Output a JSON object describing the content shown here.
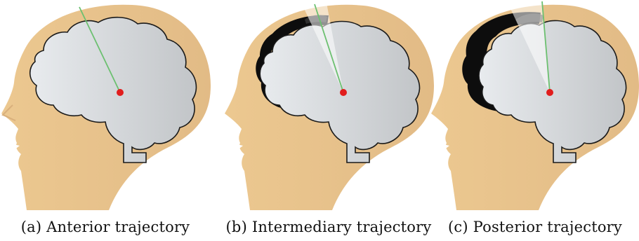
{
  "figure": {
    "panels": [
      {
        "id": "a",
        "caption": "(a) Anterior trajectory",
        "hematoma": "none"
      },
      {
        "id": "b",
        "caption": "(b) Intermediary trajectory",
        "hematoma": "moderate"
      },
      {
        "id": "c",
        "caption": "(c) Posterior trajectory",
        "hematoma": "large"
      }
    ]
  },
  "colors": {
    "skin": "#e9c38c",
    "brain_light": "#e6e9ec",
    "brain_dark": "#c3c6c9",
    "outline": "#1a1a1a",
    "trajectory_line": "#6cc070",
    "target_dot": "#e11d1d",
    "hematoma": "#0d0d0d"
  }
}
